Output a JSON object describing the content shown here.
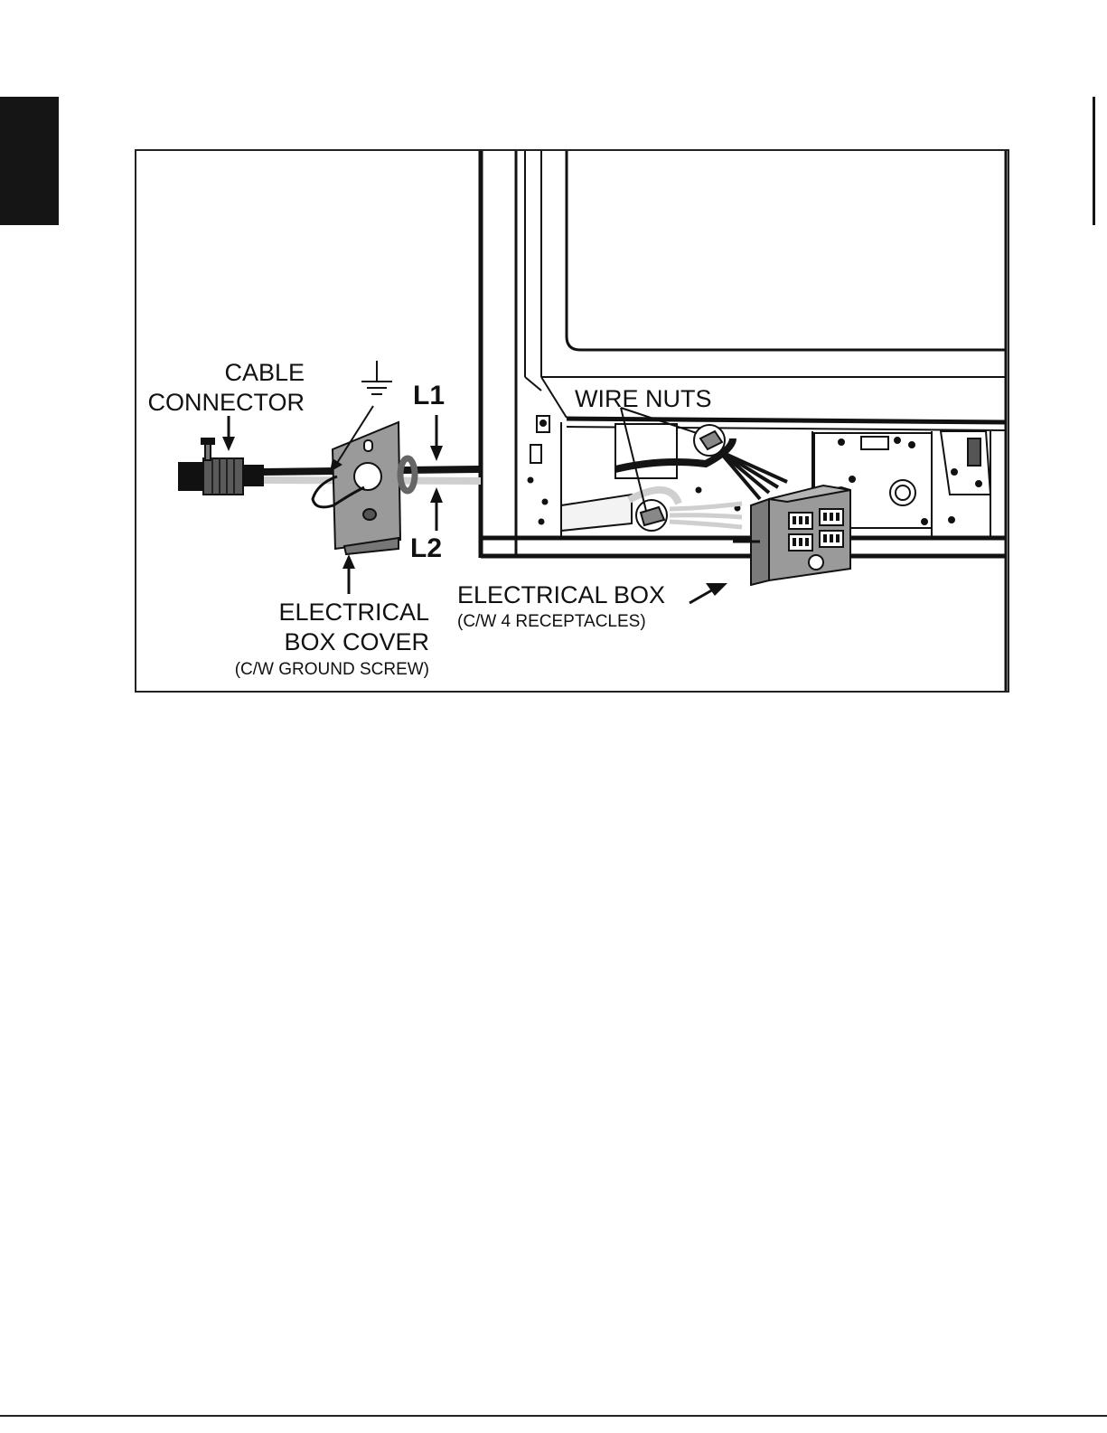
{
  "labels": {
    "cable_connector_line1": "CABLE",
    "cable_connector_line2": "CONNECTOR",
    "l1": "L1",
    "l2": "L2",
    "wire_nuts": "WIRE NUTS",
    "electrical_box_cover_line1": "ELECTRICAL",
    "electrical_box_cover_line2": "BOX COVER",
    "electrical_box_cover_note": "(C/W GROUND SCREW)",
    "electrical_box": "ELECTRICAL BOX",
    "electrical_box_note": "(C/W 4 RECEPTACLES)"
  },
  "icons": {
    "ground": "ground-symbol-icon"
  },
  "colors": {
    "ink": "#111111",
    "wire_white": "#cfcfcf",
    "wire_black": "#141414",
    "box_grey": "#9a9a9a",
    "side_tab": "#151515"
  }
}
